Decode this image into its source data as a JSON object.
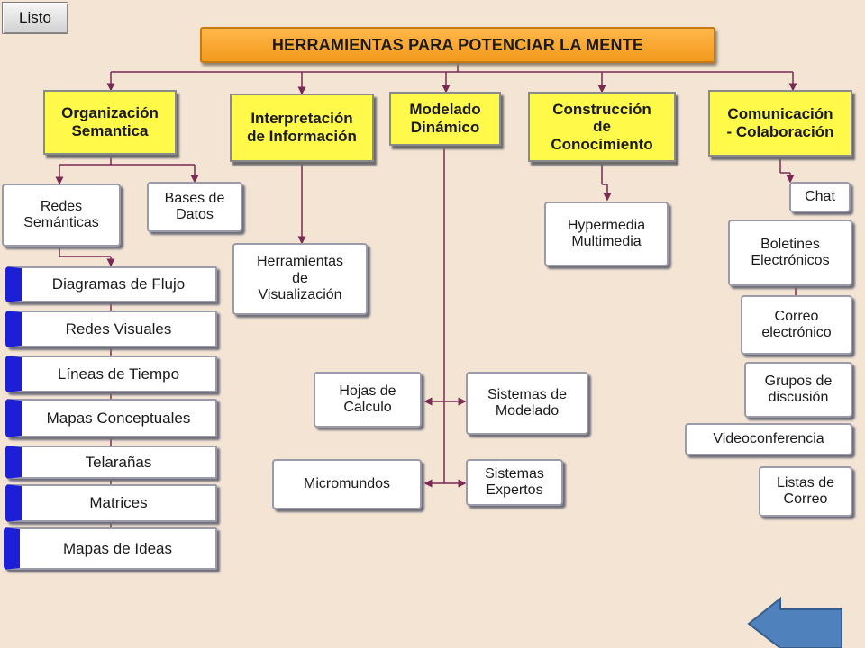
{
  "header": {
    "ready_button": "Listo"
  },
  "diagram": {
    "title": "HERRAMIENTAS PARA POTENCIAR LA MENTE",
    "categories": [
      {
        "label": "Organización\nSemantica"
      },
      {
        "label": "Interpretación\nde Información"
      },
      {
        "label": "Modelado\nDinámico"
      },
      {
        "label": "Construcción\nde\nConocimiento"
      },
      {
        "label": "Comunicación\n- Colaboración"
      }
    ],
    "organizacion": {
      "redes_semanticas": "Redes\nSemánticas",
      "bases_de_datos": "Bases de\nDatos",
      "list": [
        "Diagramas de Flujo",
        "Redes Visuales",
        "Líneas de Tiempo",
        "Mapas Conceptuales",
        "Telarañas",
        "Matrices",
        "Mapas de Ideas"
      ]
    },
    "interpretacion": {
      "herramientas": "Herramientas\nde\nVisualización"
    },
    "modelado": {
      "hojas_calculo": "Hojas de\nCalculo",
      "sistemas_modelado": "Sistemas de\nModelado",
      "micromundos": "Micromundos",
      "sistemas_expertos": "Sistemas\nExpertos"
    },
    "construccion": {
      "hypermedia": "Hypermedia\nMultimedia"
    },
    "comunicacion": {
      "chat": "Chat",
      "boletines": "Boletines\nElectrónicos",
      "correo": "Correo\nelectrónico",
      "grupos": "Grupos de\ndiscusión",
      "videoconferencia": "Videoconferencia",
      "listas": "Listas de\nCorreo"
    }
  },
  "colors": {
    "title_fill": "#f7a530",
    "category_fill": "#fff94a",
    "list_accent": "#1c1fd6",
    "connector": "#7a2a55",
    "back_arrow": "#4f81bd"
  },
  "icons": {
    "back": "arrow-left-icon"
  }
}
